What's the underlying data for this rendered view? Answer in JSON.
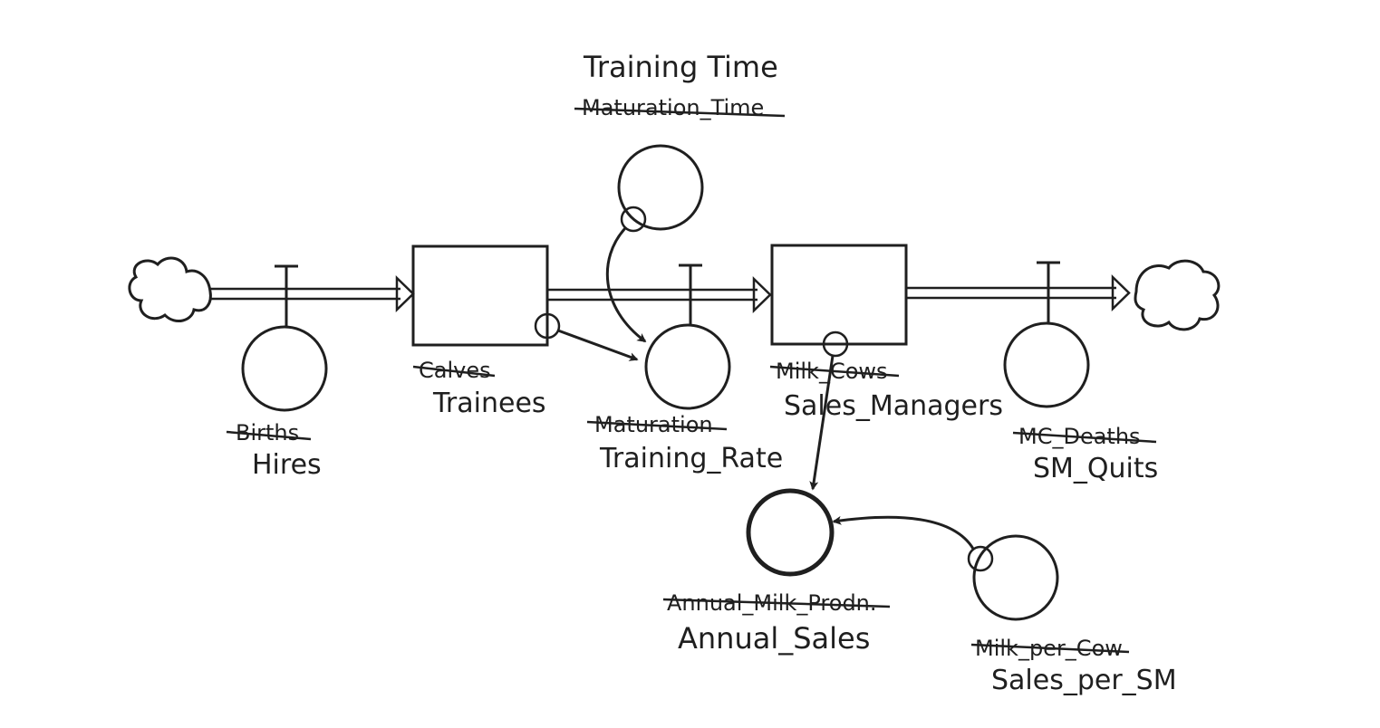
{
  "title": "Training Time",
  "labels": {
    "maturation_time_old": "Maturation_Time",
    "hires_old": "Births",
    "hires": "Hires",
    "trainees_old": "Calves",
    "trainees": "Trainees",
    "training_rate_old": "Maturation",
    "training_rate": "Training_Rate",
    "sales_managers_old": "Milk_Cows",
    "sales_managers": "Sales_Managers",
    "sm_quits_old": "MC_Deaths",
    "sm_quits": "SM_Quits",
    "annual_sales_old": "Annual_Milk_Prodn.",
    "annual_sales": "Annual_Sales",
    "sales_per_sm_old": "Milk_per_Cow",
    "sales_per_sm": "Sales_per_SM"
  },
  "colors": {
    "ink": "#1f1f1f",
    "background": "#ffffff"
  },
  "icons": {
    "source": "cloud-icon",
    "sink": "cloud-icon",
    "stock": "rectangle",
    "converter": "circle",
    "flow": "double-line-arrow"
  }
}
